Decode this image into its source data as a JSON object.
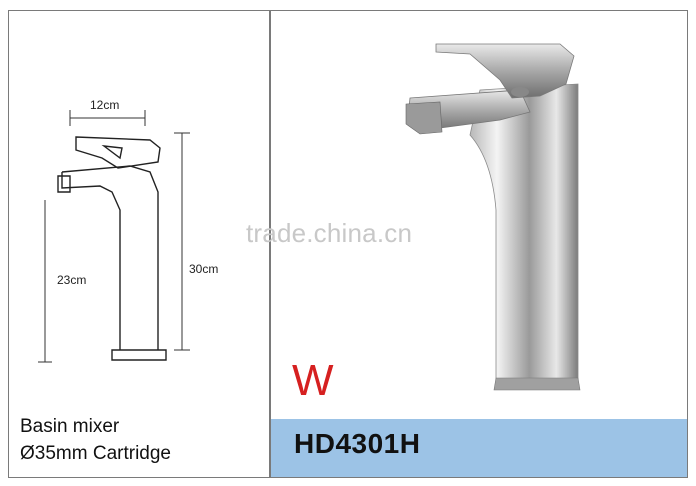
{
  "diagram": {
    "width_label": "12cm",
    "spout_height_label": "23cm",
    "total_height_label": "30cm"
  },
  "caption": {
    "line1": "Basin mixer",
    "line2": "Ø35mm Cartridge"
  },
  "product": {
    "finish_letter": "W",
    "model_code": "HD4301H",
    "finish_color": "#d62020",
    "bar_color": "#9cc3e6"
  },
  "watermark": "trade.china.cn"
}
